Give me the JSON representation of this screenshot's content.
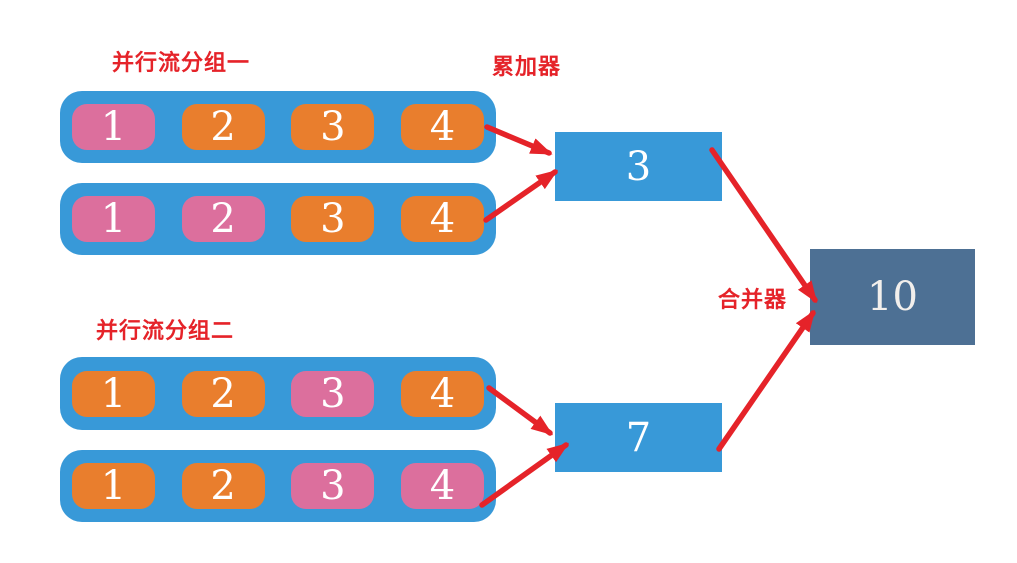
{
  "palette": {
    "blue": "#3899D8",
    "orange": "#E97E2D",
    "pink": "#DC6F9D",
    "red": "#E52329",
    "slate": "#4D7094",
    "chipText": "#FFFFFF",
    "resultText": "#F2EFEC"
  },
  "labels": {
    "group1": "并行流分组一",
    "accumulator": "累加器",
    "group2": "并行流分组二",
    "merger": "合并器"
  },
  "groups": [
    {
      "label": "并行流分组一",
      "rows": [
        {
          "chips": [
            {
              "value": "1",
              "variant": "pink"
            },
            {
              "value": "2",
              "variant": "orange"
            },
            {
              "value": "3",
              "variant": "orange"
            },
            {
              "value": "4",
              "variant": "orange"
            }
          ]
        },
        {
          "chips": [
            {
              "value": "1",
              "variant": "pink"
            },
            {
              "value": "2",
              "variant": "pink"
            },
            {
              "value": "3",
              "variant": "orange"
            },
            {
              "value": "4",
              "variant": "orange"
            }
          ]
        }
      ],
      "accumulator_value": "3"
    },
    {
      "label": "并行流分组二",
      "rows": [
        {
          "chips": [
            {
              "value": "1",
              "variant": "orange"
            },
            {
              "value": "2",
              "variant": "orange"
            },
            {
              "value": "3",
              "variant": "pink"
            },
            {
              "value": "4",
              "variant": "orange"
            }
          ]
        },
        {
          "chips": [
            {
              "value": "1",
              "variant": "orange"
            },
            {
              "value": "2",
              "variant": "orange"
            },
            {
              "value": "3",
              "variant": "pink"
            },
            {
              "value": "4",
              "variant": "pink"
            }
          ]
        }
      ],
      "accumulator_value": "7"
    }
  ],
  "merger": {
    "value": "10"
  }
}
